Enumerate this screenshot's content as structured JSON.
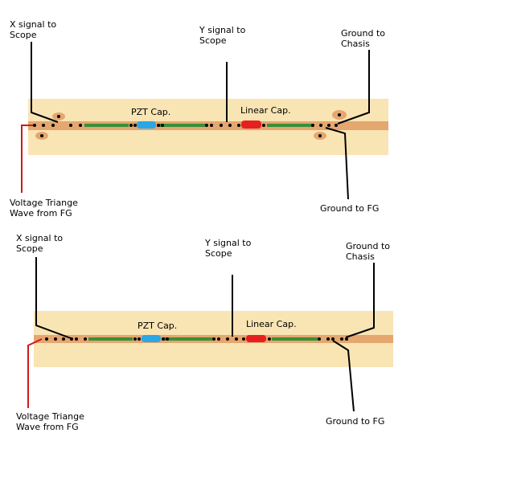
{
  "top": {
    "x_signal": "X signal to\nScope",
    "y_signal": "Y signal to\nScope",
    "ground_chasis": "Ground to\nChasis",
    "voltage": "Voltage Triange\nWave from FG",
    "ground_fg": "Ground to FG",
    "pzt": "PZT Cap.",
    "linear": "Linear Cap."
  },
  "bottom": {
    "x_signal": "X signal to\nScope",
    "y_signal": "Y signal to\nScope",
    "ground_chasis": "Ground to\nChasis",
    "voltage": "Voltage Triange\nWave from FG",
    "ground_fg": "Ground to FG",
    "pzt": "PZT Cap.",
    "linear": "Linear Cap."
  },
  "colors": {
    "board": "#f9e4b4",
    "trace": "#e4a76f",
    "resistor": "#3a8f3a",
    "pzt_cap": "#2aa7e6",
    "linear_cap": "#e62020",
    "signal_wire": "#d11919",
    "wire": "#000000"
  }
}
